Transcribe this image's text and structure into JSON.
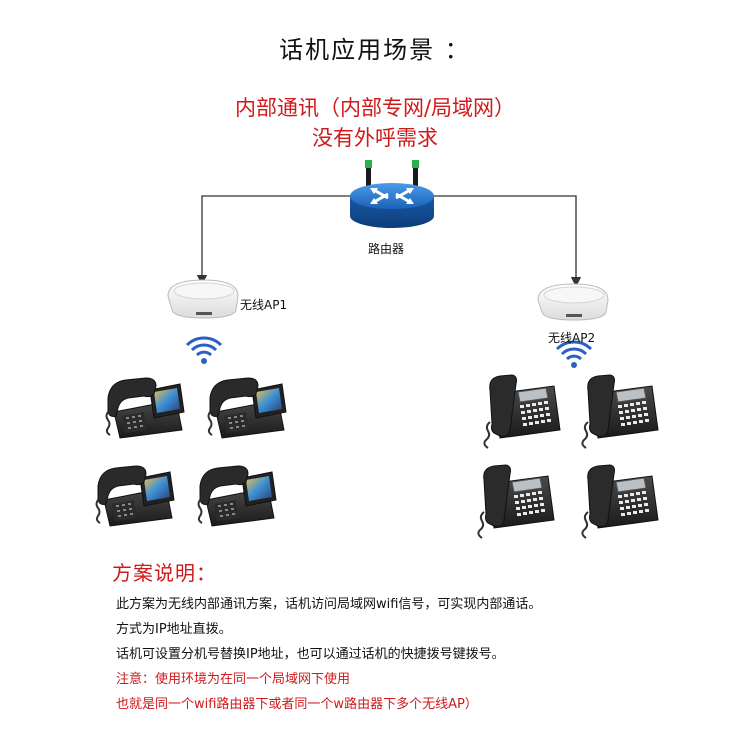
{
  "title": "话机应用场景 ：",
  "subtitle_line1": "内部通讯（内部专网/局域网）",
  "subtitle_line2": "没有外呼需求",
  "diagram": {
    "router_label": "路由器",
    "ap1_label": "无线AP1",
    "ap2_label": "无线AP2"
  },
  "plan": {
    "heading": "方案说明：",
    "lines": [
      "此方案为无线内部通讯方案，话机访问局域网wifi信号，可实现内部通话。",
      "方式为IP地址直拨。",
      "话机可设置分机号替换IP地址，也可以通过话机的快捷拨号键拨号。",
      "注意：使用环境为在同一个局域网下使用",
      "也就是同一个wifi路由器下或者同一个w路由器下多个无线AP）"
    ]
  },
  "colors": {
    "accent_red": "#d0191b",
    "router_blue": "#1a63b8",
    "wifi_blue": "#2a5fc4"
  }
}
